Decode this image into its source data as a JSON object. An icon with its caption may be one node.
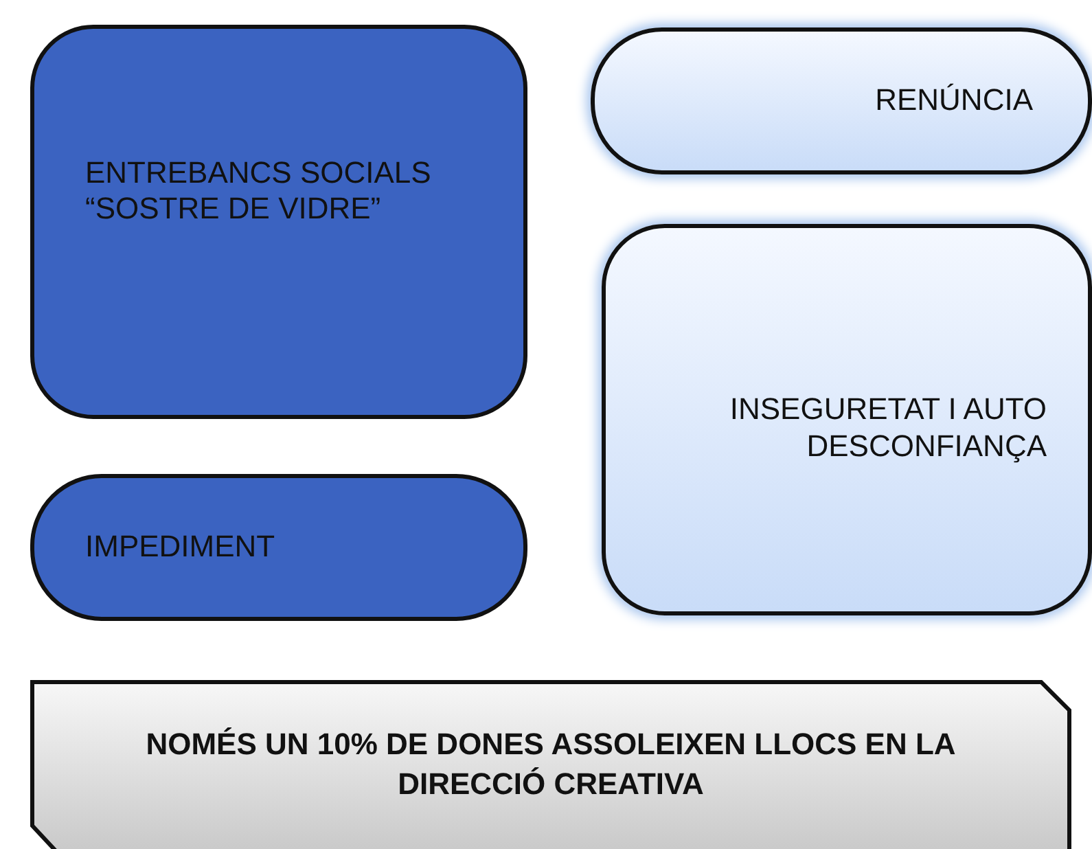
{
  "diagram": {
    "nodes": [
      {
        "text": [
          "ENTREBANCS SOCIALS “SOSTRE DE VIDRE”"
        ]
      },
      {
        "text": [
          "RENÚNCIA"
        ]
      },
      {
        "text": [
          "INSEGURETAT I AUTO DESCONFIANÇA"
        ]
      },
      {
        "text": [
          "IMPEDIMENT"
        ]
      },
      {
        "text": [
          "NOMÉS UN 10% DE DONES ASSOLEIXEN LLOCS EN LA DIRECCIÓ CREATIVA"
        ]
      }
    ]
  }
}
